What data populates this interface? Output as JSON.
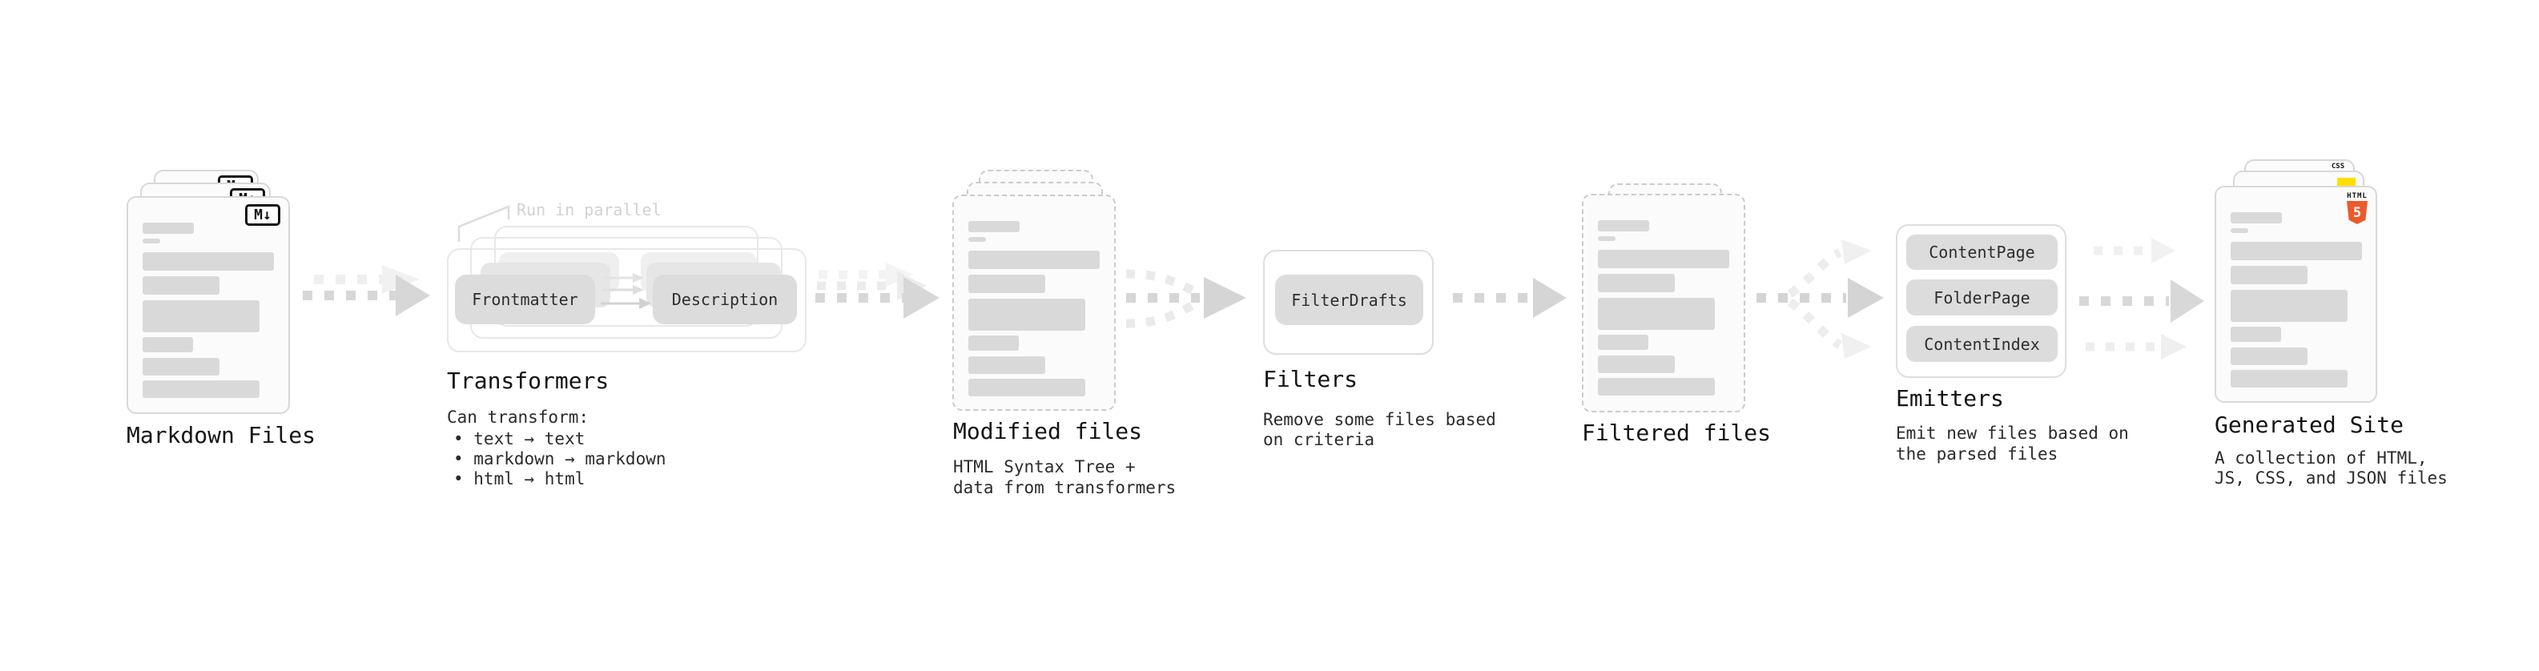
{
  "colors": {
    "background": "#ffffff",
    "chip_bg": "#dcdcdc",
    "arrow": "#d7d7d7",
    "arrow_faint": "#eeeeee",
    "text": "#141414",
    "muted_annotation": "#d2d2d2",
    "html5_orange": "#eb5a2d",
    "js_yellow": "#ffe000",
    "css_blue": "#2f6bff"
  },
  "stages": {
    "markdown": {
      "title": "Markdown Files",
      "icon_label": "M↓"
    },
    "transformers": {
      "title": "Transformers",
      "annotation": "Run in parallel",
      "chip1": "Frontmatter",
      "chip2": "Description",
      "desc_heading": "Can transform:",
      "bullets": [
        "• text → text",
        "• markdown → markdown",
        "• html → html"
      ]
    },
    "modified": {
      "title": "Modified files",
      "description": "HTML Syntax Tree +\ndata from transformers"
    },
    "filters": {
      "title": "Filters",
      "chip": "FilterDrafts",
      "description": "Remove some files based\non criteria"
    },
    "filtered": {
      "title": "Filtered files"
    },
    "emitters": {
      "title": "Emitters",
      "chips": [
        "ContentPage",
        "FolderPage",
        "ContentIndex"
      ],
      "description": "Emit new files based on\nthe parsed files"
    },
    "generated": {
      "title": "Generated Site",
      "description": "A collection of HTML,\nJS, CSS, and JSON files",
      "icon_css": "CSS",
      "icon_html_label": "HTML",
      "icon_html_number": "5"
    }
  }
}
